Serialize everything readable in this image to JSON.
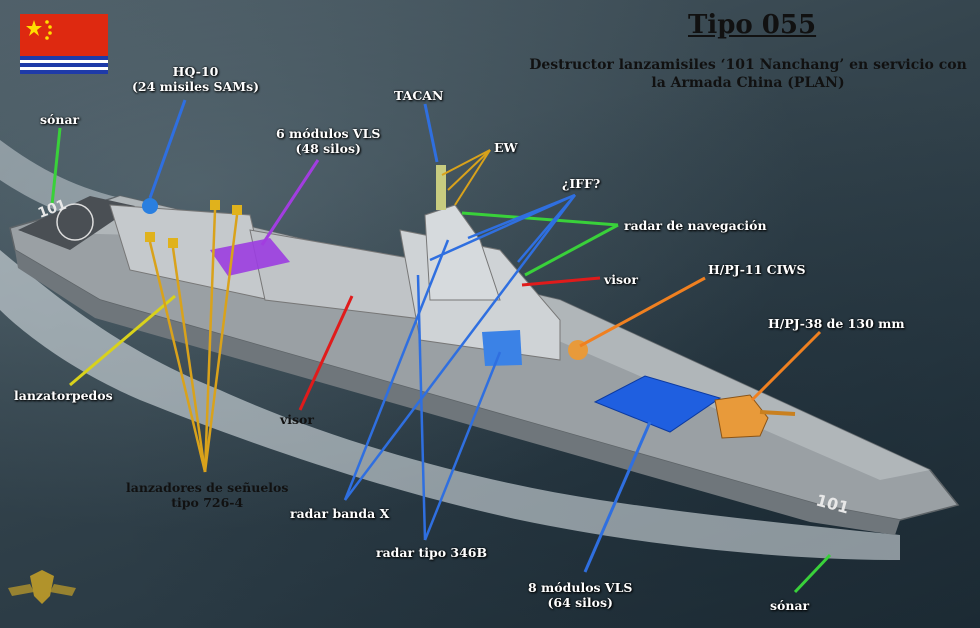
{
  "title": "Tipo 055",
  "subtitle": "Destructor lanzamisiles ‘101 Nanchang’ en servicio con la Armada China (PLAN)",
  "hull_number": "101",
  "colors": {
    "blue_line": "#2f6fe0",
    "yellow_line": "#d9a21b",
    "green_line": "#39d13a",
    "red_line": "#e01b1b",
    "orange_line": "#f08020",
    "purple_line": "#a23de0",
    "flag_red": "#de2910",
    "flag_star": "#ffde00",
    "navy_blue": "#1e3aa8"
  },
  "labels": {
    "hq10": "HQ-10",
    "hq10_sub": "(24 misiles SAMs)",
    "vls6": "6 módulos VLS",
    "vls6_sub": "(48 silos)",
    "tacan": "TACAN",
    "ew": "EW",
    "iff": "¿IFF?",
    "radar_nav": "radar de navegación",
    "visor_right": "visor",
    "ciws": "H/PJ-11 CIWS",
    "gun": "H/PJ-38 de 130 mm",
    "sonar_top": "sónar",
    "lanzatorpedos": "lanzatorpedos",
    "visor_left": "visor",
    "lanzadores": "lanzadores de señuelos",
    "lanzadores_sub": "tipo 726-4",
    "radar_x": "radar banda X",
    "radar_346": "radar tipo 346B",
    "vls8": "8 módulos VLS",
    "vls8_sub": "(64 silos)",
    "sonar_bottom": "sónar"
  }
}
